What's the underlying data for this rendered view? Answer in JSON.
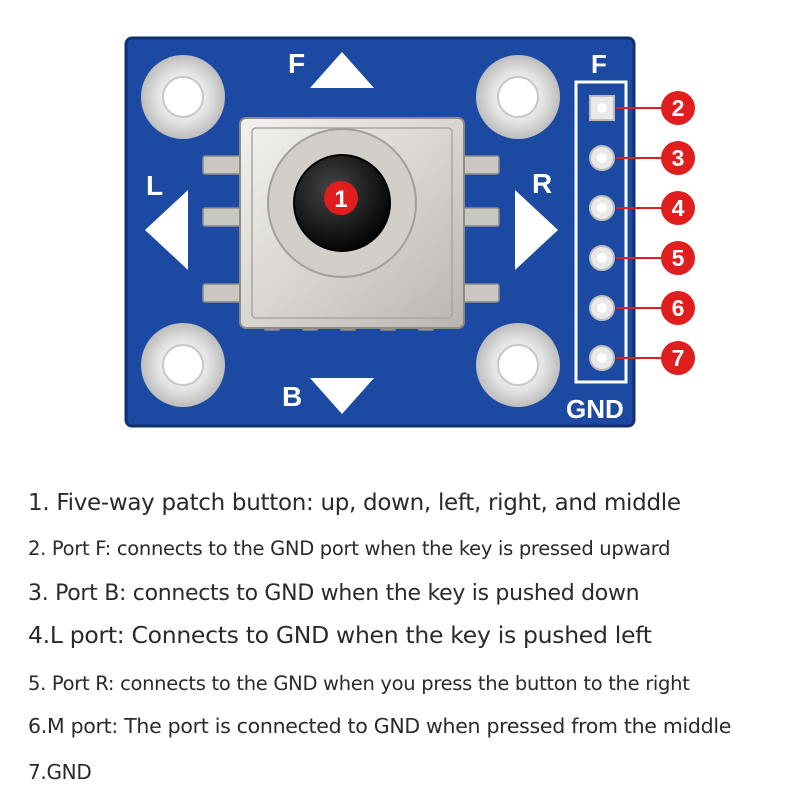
{
  "board": {
    "label_f": "F",
    "label_l": "L",
    "label_r": "R",
    "label_b": "B",
    "header_top_label": "F",
    "header_bottom_label": "GND",
    "center_marker": "1",
    "pin_markers": [
      "2",
      "3",
      "4",
      "5",
      "6",
      "7"
    ]
  },
  "colors": {
    "pcb": "#1c4aa3",
    "marker": "#e01e1e",
    "silkscreen": "#ffffff",
    "text": "#2a2a2a"
  },
  "descriptions": [
    "1. Five-way patch button: up, down, left, right, and middle",
    "2. Port F: connects to the GND port when the key is pressed upward",
    "3. Port B: connects to GND when the key is pushed down",
    "4.L port: Connects to GND when the key is pushed left",
    "5. Port R: connects to the GND when you press the button to the right",
    "6.M port: The port is connected to GND when pressed from the middle",
    "7.GND"
  ]
}
